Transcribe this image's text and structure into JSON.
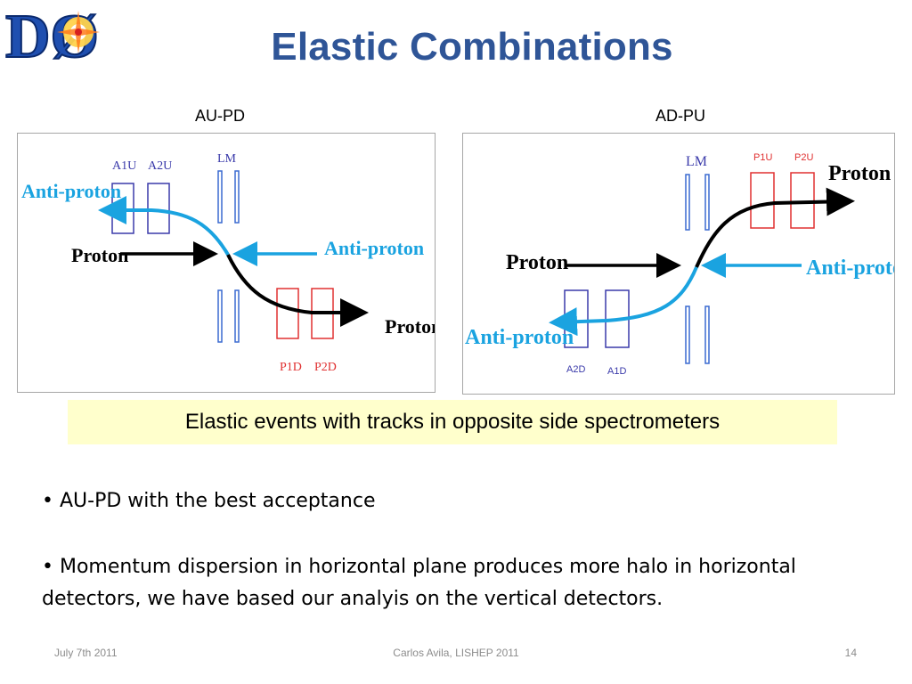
{
  "title": "Elastic Combinations",
  "logo": {
    "text": "DØ"
  },
  "panels": {
    "left": {
      "heading": "AU-PD",
      "labels": {
        "a1u": "A1U",
        "a2u": "A2U",
        "lm": "LM",
        "p1d": "P1D",
        "p2d": "P2D",
        "antiproton_out": "Anti-proton",
        "proton_in": "Proton",
        "antiproton_in": "Anti-proton",
        "proton_out": "Proton"
      }
    },
    "right": {
      "heading": "AD-PU",
      "labels": {
        "lm": "LM",
        "p1u": "P1U",
        "p2u": "P2U",
        "proton_out": "Proton",
        "proton_in": "Proton",
        "antiproton_in": "Anti-proton",
        "antiproton_out": "Anti-proton",
        "a2d": "A2D",
        "a1d": "A1D"
      }
    }
  },
  "caption": "Elastic events with tracks in opposite side spectrometers",
  "bullets": [
    "AU-PD with the best acceptance",
    "Momentum dispersion in horizontal plane produces more halo in horizontal detectors,  we have based our analyis on the vertical detectors."
  ],
  "footer": {
    "date": "July 7th 2011",
    "author": "Carlos Avila, LISHEP 2011",
    "page": "14"
  },
  "colors": {
    "title": "#2f5597",
    "antiproton": "#1aa3e0",
    "proton": "#000000",
    "a_detector": "#3a3aaa",
    "p_detector": "#e03030",
    "lm_detector": "#3a6ad0",
    "caption_bg": "#ffffcc"
  }
}
